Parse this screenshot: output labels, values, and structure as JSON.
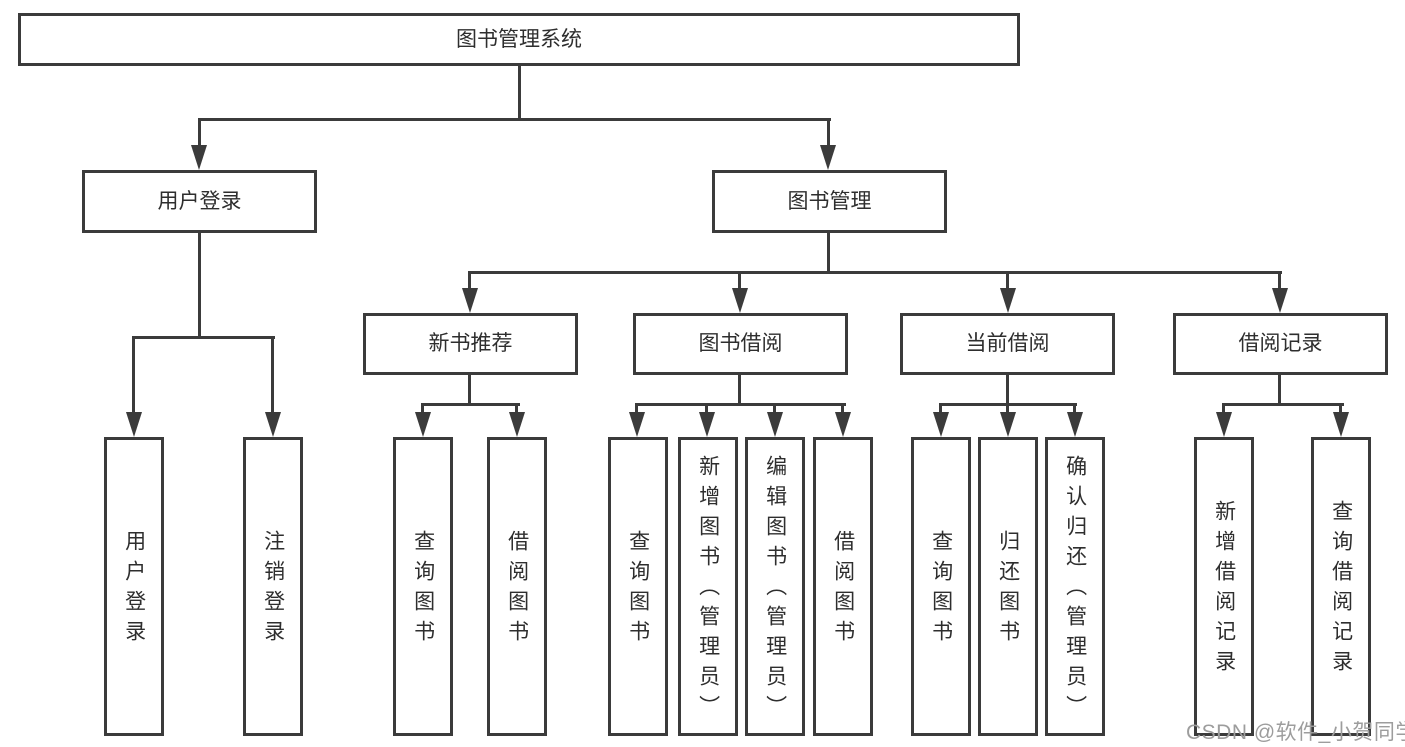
{
  "diagram": {
    "root": {
      "label": "图书管理系统"
    },
    "level2": [
      {
        "label": "用户登录"
      },
      {
        "label": "图书管理"
      }
    ],
    "level3": [
      {
        "label": "新书推荐"
      },
      {
        "label": "图书借阅"
      },
      {
        "label": "当前借阅"
      },
      {
        "label": "借阅记录"
      }
    ],
    "leaves": [
      {
        "label": "用户登录"
      },
      {
        "label": "注销登录"
      },
      {
        "label": "查询图书"
      },
      {
        "label": "借阅图书"
      },
      {
        "label": "查询图书"
      },
      {
        "label": "新增图书（管理员）"
      },
      {
        "label": "编辑图书（管理员）"
      },
      {
        "label": "借阅图书"
      },
      {
        "label": "查询图书"
      },
      {
        "label": "归还图书"
      },
      {
        "label": "确认归还（管理员）"
      },
      {
        "label": "新增借阅记录"
      },
      {
        "label": "查询借阅记录"
      }
    ],
    "watermark": "CSDN @软件_小贺同学",
    "colors": {
      "line": "#3b3b3b",
      "text": "#2e2e2e",
      "background": "#ffffff",
      "watermark": "#9d9d9d"
    }
  }
}
